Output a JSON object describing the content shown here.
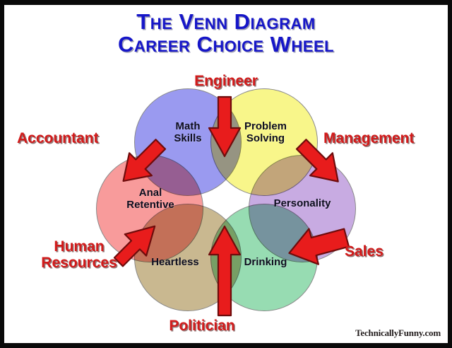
{
  "title": {
    "line1": "The Venn Diagram",
    "line2": "Career Choice Wheel",
    "color": "#1616c8"
  },
  "colors": {
    "title_blue": "#1616c8",
    "label_red": "#d21a1a",
    "arrow_red": "#e81c1c",
    "arrow_outline": "#7a0d0d",
    "circle_text": "#0d0d1e",
    "frame": "#0a0a0a",
    "background": "#ffffff"
  },
  "venn": {
    "circles": [
      {
        "id": "math",
        "label": "Math\nSkills",
        "color": "#9a9af0",
        "position": "top-left"
      },
      {
        "id": "problem",
        "label": "Problem\nSolving",
        "color": "#f8f68a",
        "position": "top-right"
      },
      {
        "id": "personality",
        "label": "Personality",
        "color": "#c8abe2",
        "position": "right"
      },
      {
        "id": "drinking",
        "label": "Drinking",
        "color": "#97dcb2",
        "position": "bottom-right"
      },
      {
        "id": "heartless",
        "label": "Heartless",
        "color": "#c9b890",
        "position": "bottom-left"
      },
      {
        "id": "anal",
        "label": "Anal\nRetentive",
        "color": "#f89b9b",
        "position": "left"
      }
    ]
  },
  "careers": [
    {
      "id": "engineer",
      "label": "Engineer",
      "arrow_direction": "down",
      "points_to": "math-skills ∩ problem-solving"
    },
    {
      "id": "accountant",
      "label": "Accountant",
      "arrow_direction": "down-right",
      "points_to": "math-skills ∩ anal-retentive"
    },
    {
      "id": "management",
      "label": "Management",
      "arrow_direction": "down-left",
      "points_to": "problem-solving ∩ personality"
    },
    {
      "id": "sales",
      "label": "Sales",
      "arrow_direction": "left",
      "points_to": "personality ∩ drinking"
    },
    {
      "id": "politician",
      "label": "Politician",
      "arrow_direction": "up",
      "points_to": "drinking ∩ heartless"
    },
    {
      "id": "humanres",
      "label": "Human\nResources",
      "arrow_direction": "up-right",
      "points_to": "heartless ∩ anal-retentive"
    }
  ],
  "watermark": "TechnicallyFunny.com"
}
